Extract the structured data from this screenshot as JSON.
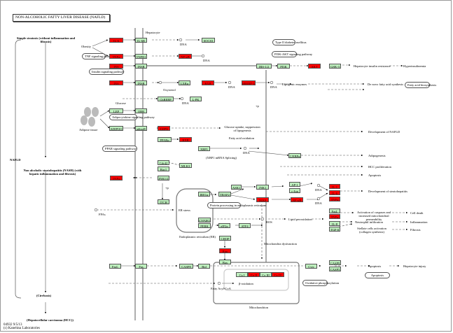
{
  "title": "NON-ALCOHOLIC FATTY LIVER DISEASE (NAFLD)",
  "colors": {
    "up": "#ff0000",
    "gene": "#bff0bf",
    "line": "#555555"
  },
  "stages": {
    "simple": "Simple steatosis (without inflammation and fibrosis)",
    "nafld": "NAFLD",
    "nash": "Non alcoholic steatohepatitis (NASH) (with hepatic inflammation and fibrosis)",
    "cirrhosis": "(Cirrhosis)",
    "hcc": "(Hepatocellular carcinoma (HCC))"
  },
  "labels": {
    "hepatocyte": "Hepatocyte",
    "obesity": "Obesity",
    "adipose": "Adipose tissue",
    "oxysterol": "Oxysterol",
    "glucose": "Glucose",
    "dna": "DNA",
    "p": "+p",
    "lipogenic": "Lipogenic enzymes",
    "hep_ins_res": "Hepatocyte insulin resistance",
    "hyperins": "Hyperinsulinemia",
    "denovo": "De novo fatty acid synthesis",
    "glucose_uptake": "Glucose uptake, suppression of lipogenesis",
    "fa_oxidation": "Fatty acid oxidation",
    "dev_nafld": "Development of NAFLD",
    "adipogenesis": "Adipogenesis",
    "hcc_prolif": "HCC proliferation",
    "apoptosis": "Apoptosis",
    "dev_steato": "Development of steatohepatitis",
    "xbp1_splicing": "(XBP1 mRNA Splicing)",
    "er_stress": "ER stress",
    "er": "Endoplasmic reticulum (ER)",
    "ffas": "FFAs",
    "ros": "ROS",
    "lipid_perox": "Lipid peroxidation",
    "casp_act": "Activation of caspases and increased mitochondrial permeability",
    "neutrophil": "Neutrophil infiltration",
    "stellate": "Stellate cells activation (collagen synthesis)",
    "cell_death": "Cell death",
    "inflammation": "Inflammation",
    "fibrosis": "Fibrosis",
    "mito_dys": "Mitochondria dysfunction",
    "fatty_acyl": "Fatty Acyl-CoA",
    "beta_ox": "β-oxidation",
    "mito": "Mitochondrion",
    "apoptosis2": "Apoptosis",
    "hep_injury": "Hepatocyte injury"
  },
  "pathways": {
    "tnf": "TNF signaling pathway",
    "insulin": "Insulin signaling pathway",
    "t2d": "Type II diabetes mellitus",
    "pi3k": "PI3K-AKT signaling pathway",
    "fatty_acid_bio": "Fatty acid biosynthesis",
    "adipocytokine": "Adipocytokine signaling pathway",
    "ppar": "PPAR signaling pathway",
    "protein_er": "Protein processing in endoplasmic reticulum",
    "oxphos": "Oxidative phosphorylation",
    "apoptosis": "Apoptosis"
  },
  "genes": {
    "il6": "IL-6",
    "il6r": "IL-6R",
    "socs3": "SOCS3",
    "tnfa1": "TNFα",
    "tnfr1": "TNFR1",
    "nfkb1": "NF-κB",
    "ins1": "INS",
    "insr1": "INSR",
    "ins2": "INS",
    "insr2": "INSR",
    "lxra": "LXRα",
    "rxr1": "RXR",
    "srebp1c": "SREBP-1c",
    "chrebp": "ChREBP",
    "lpk": "L-PK",
    "irs": "IRS-1/2",
    "pi3k": "PI3K",
    "akt": "AKT",
    "gsk3": "GSK-3",
    "lep": "LEP",
    "obr": "OBR",
    "adipoq": "ADIPOQ",
    "adipor": "adipoR",
    "ampk": "AMPK",
    "ppara": "PPARα",
    "rxr2": "RXR",
    "xbp1": "XBP1",
    "cebpa": "C/EBPα",
    "cdc42": "Cdc42",
    "rac1": "Rac1",
    "mlk3": "MLK3",
    "tnfa2": "TNFα",
    "jnk1a": "JNK1/2",
    "itch": "ITCH",
    "ire1a": "IRE1α",
    "traf2": "TRAF2",
    "ask1": "ASK1",
    "jnk": "JNK1",
    "ikk": "IKKβ",
    "nfkb2": "NF-κB",
    "ap1": "AP-1",
    "cjun": "c-Jun",
    "il1": "IL-1",
    "il6b": "IL-6",
    "tnfa3": "TNFα",
    "fasl1": "FasL",
    "tnfa4": "TNFα",
    "il8": "IL-8",
    "tgfb": "TGF-β",
    "cyp2e1": "CYP2E1",
    "perk": "PERK",
    "eif2a": "eIF2α",
    "atf4": "ATF4",
    "chop": "CHOP",
    "bim": "Bim",
    "fasl2": "FasL",
    "fas": "Fas",
    "casp8": "CASP8",
    "bid": "Bid",
    "bax": "Bax",
    "cxi": "Cx I",
    "cxii": "Cx II",
    "cxiii": "Cx III",
    "cxiv": "Cx IV",
    "cytc": "Cytc",
    "casp9": "CASP9",
    "casp3": "CASP3"
  },
  "footer": {
    "id": "04932 9/5/13",
    "copyright": "(c) Kanehisa Laboratories"
  }
}
